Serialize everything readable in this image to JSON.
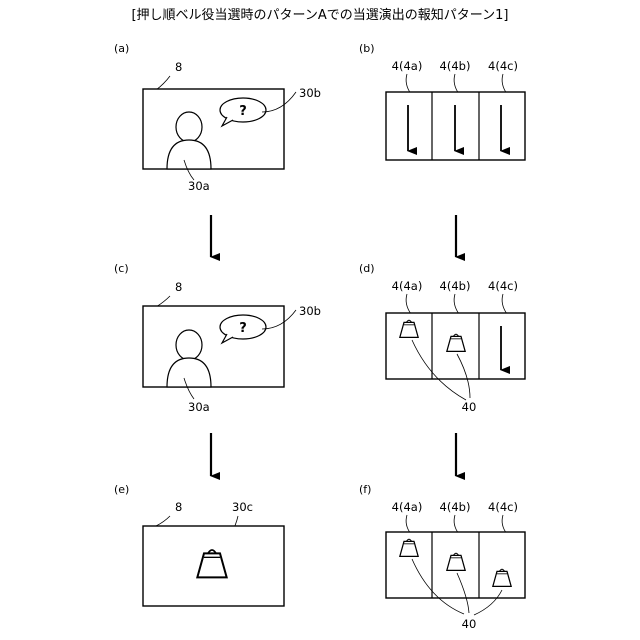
{
  "figure": {
    "title": "[押し順ベル役当選時のパターンAでの当選演出の報知パターン1]",
    "panels": {
      "a": {
        "label": "(a)",
        "ref_screen": "8",
        "ref_bubble": "30b",
        "ref_character": "30a",
        "bubble_text": "?"
      },
      "b": {
        "label": "(b)",
        "reels": [
          "4(4a)",
          "4(4b)",
          "4(4c)"
        ]
      },
      "c": {
        "label": "(c)",
        "ref_screen": "8",
        "ref_bubble": "30b",
        "ref_character": "30a",
        "bubble_text": "?"
      },
      "d": {
        "label": "(d)",
        "reels": [
          "4(4a)",
          "4(4b)",
          "4(4c)"
        ],
        "ref_symbols": "40"
      },
      "e": {
        "label": "(e)",
        "ref_screen": "8",
        "ref_bell": "30c"
      },
      "f": {
        "label": "(f)",
        "reels": [
          "4(4a)",
          "4(4b)",
          "4(4c)"
        ],
        "ref_symbols": "40"
      }
    }
  }
}
